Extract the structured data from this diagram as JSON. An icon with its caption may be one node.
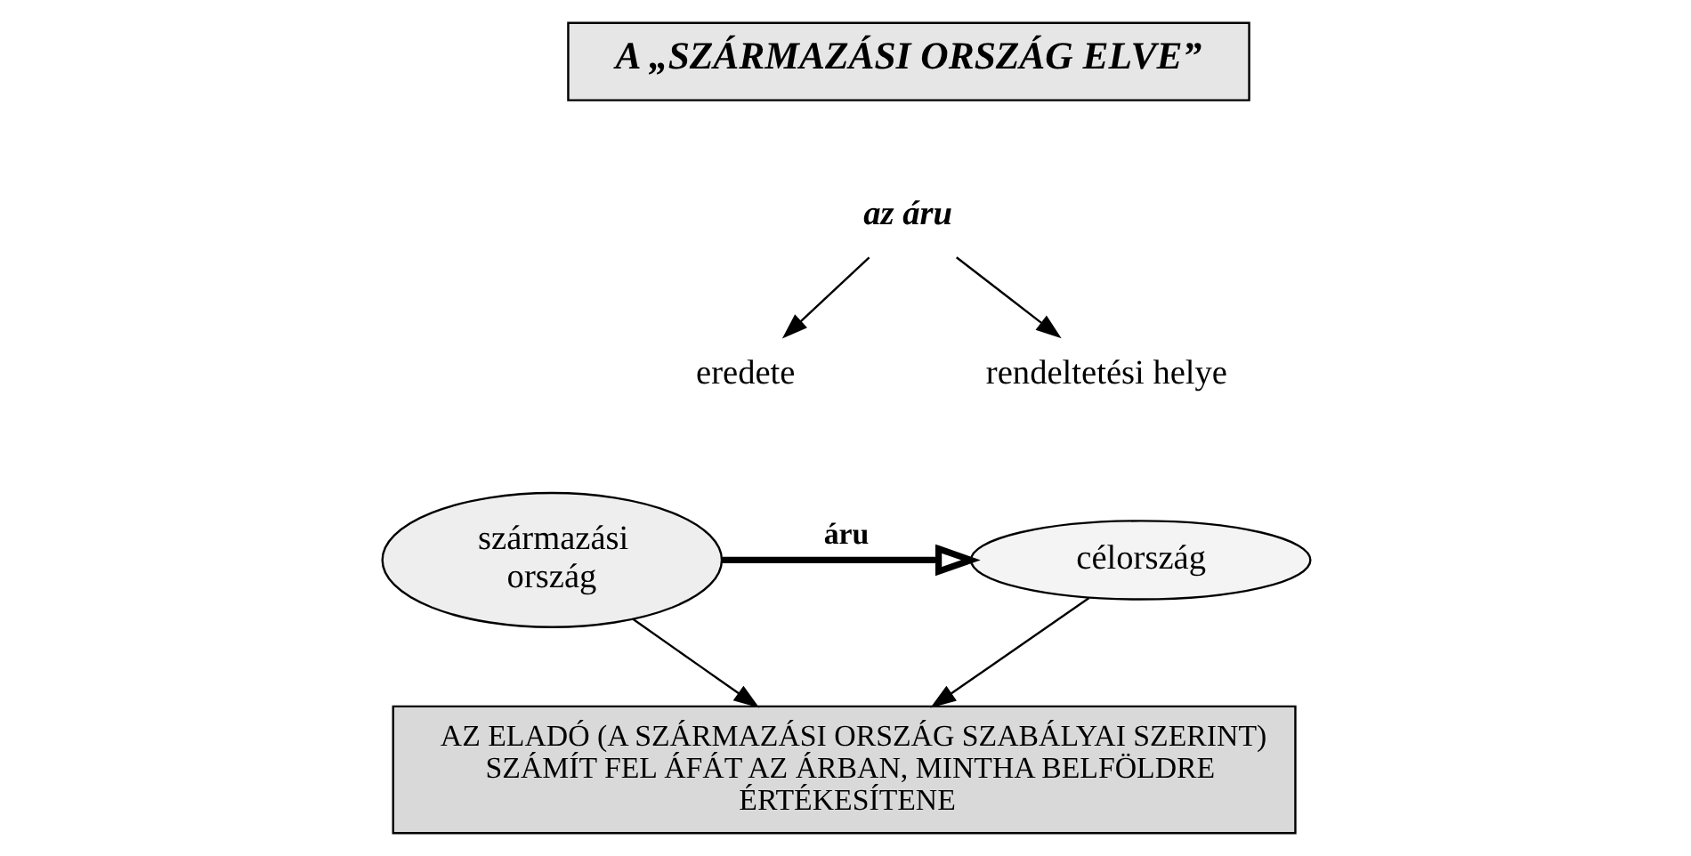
{
  "diagram": {
    "nodes": [
      {
        "text": [
          "A „SZÁRMAZÁSI ORSZÁG ELVE”"
        ]
      },
      {
        "text": [
          "az áru"
        ]
      },
      {
        "text": [
          "eredete"
        ]
      },
      {
        "text": [
          "rendeltetési helye"
        ]
      },
      {
        "text": [
          "származási ország"
        ]
      },
      {
        "text": [
          "célország"
        ]
      },
      {
        "text": [
          "AZ ELADÓ (A SZÁRMAZÁSI ORSZÁG SZABÁLYAI SZERINT) SZÁMÍT FEL ÁFÁT AZ ÁRBAN, MINTHA BELFÖLDRE ÉRTÉKESÍTENE"
        ]
      }
    ],
    "edges": [
      {
        "from": 1,
        "to": 2,
        "arrow": "to"
      },
      {
        "from": 1,
        "to": 3,
        "arrow": "to"
      },
      {
        "from": 4,
        "to": 5,
        "arrow": "to",
        "label": "áru",
        "style": "thick"
      },
      {
        "from": 4,
        "to": 6,
        "arrow": "to"
      },
      {
        "from": 5,
        "to": 6,
        "arrow": "to"
      }
    ]
  }
}
